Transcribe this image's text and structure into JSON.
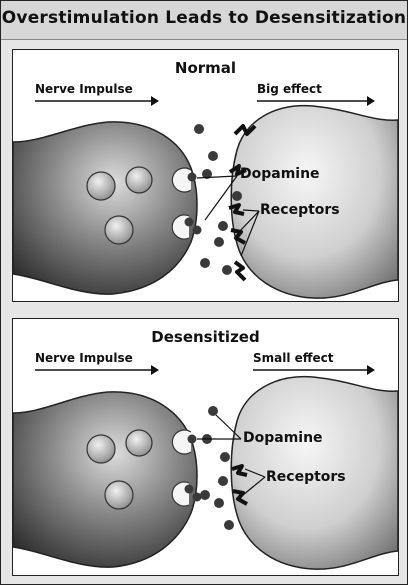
{
  "title": "Overstimulation Leads to Desensitization",
  "panels": {
    "normal": {
      "title": "Normal",
      "left_label": "Nerve Impulse",
      "right_label": "Big effect",
      "dopamine_label": "Dopamine",
      "receptors_label": "Receptors"
    },
    "desensitized": {
      "title": "Desensitized",
      "left_label": "Nerve Impulse",
      "right_label": "Small effect",
      "dopamine_label": "Dopamine",
      "receptors_label": "Receptors"
    }
  },
  "colors": {
    "neuron_dark": "#4a4a4a",
    "neuron_light": "#e8e8e8",
    "dopamine": "#3a3a3a",
    "vesicle": "#b5b5b5"
  }
}
